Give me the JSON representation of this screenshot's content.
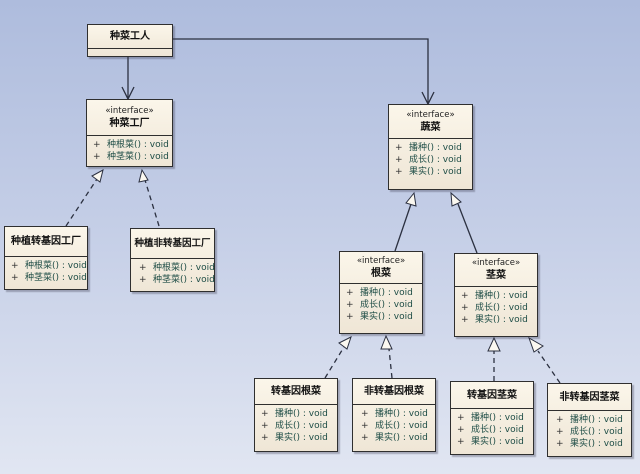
{
  "diagram": {
    "type": "uml-class-diagram",
    "classes": {
      "worker": {
        "name": "种菜工人",
        "stereotype": null,
        "operations": []
      },
      "factory": {
        "name": "种菜工厂",
        "stereotype": "«interface»",
        "operations": [
          {
            "vis": "+",
            "text": "种根菜() : void"
          },
          {
            "vis": "+",
            "text": "种茎菜() : void"
          }
        ]
      },
      "vegetable": {
        "name": "蔬菜",
        "stereotype": "«interface»",
        "operations": [
          {
            "vis": "+",
            "text": "播种() : void"
          },
          {
            "vis": "+",
            "text": "成长() : void"
          },
          {
            "vis": "+",
            "text": "果实() : void"
          }
        ]
      },
      "gm_factory": {
        "name": "种植转基因工厂",
        "stereotype": null,
        "operations": [
          {
            "vis": "+",
            "text": "种根菜() : void"
          },
          {
            "vis": "+",
            "text": "种茎菜() : void"
          }
        ]
      },
      "non_gm_factory": {
        "name": "种植非转基因工厂",
        "stereotype": null,
        "operations": [
          {
            "vis": "+",
            "text": "种根菜() : void"
          },
          {
            "vis": "+",
            "text": "种茎菜() : void"
          }
        ]
      },
      "root_veg": {
        "name": "根菜",
        "stereotype": "«interface»",
        "operations": [
          {
            "vis": "+",
            "text": "播种() : void"
          },
          {
            "vis": "+",
            "text": "成长() : void"
          },
          {
            "vis": "+",
            "text": "果实() : void"
          }
        ]
      },
      "stem_veg": {
        "name": "茎菜",
        "stereotype": "«interface»",
        "operations": [
          {
            "vis": "+",
            "text": "播种() : void"
          },
          {
            "vis": "+",
            "text": "成长() : void"
          },
          {
            "vis": "+",
            "text": "果实() : void"
          }
        ]
      },
      "gm_root": {
        "name": "转基因根菜",
        "stereotype": null,
        "operations": [
          {
            "vis": "+",
            "text": "播种() : void"
          },
          {
            "vis": "+",
            "text": "成长() : void"
          },
          {
            "vis": "+",
            "text": "果实() : void"
          }
        ]
      },
      "non_gm_root": {
        "name": "非转基因根菜",
        "stereotype": null,
        "operations": [
          {
            "vis": "+",
            "text": "播种() : void"
          },
          {
            "vis": "+",
            "text": "成长() : void"
          },
          {
            "vis": "+",
            "text": "果实() : void"
          }
        ]
      },
      "gm_stem": {
        "name": "转基因茎菜",
        "stereotype": null,
        "operations": [
          {
            "vis": "+",
            "text": "播种() : void"
          },
          {
            "vis": "+",
            "text": "成长() : void"
          },
          {
            "vis": "+",
            "text": "果实() : void"
          }
        ]
      },
      "non_gm_stem": {
        "name": "非转基因茎菜",
        "stereotype": null,
        "operations": [
          {
            "vis": "+",
            "text": "播种() : void"
          },
          {
            "vis": "+",
            "text": "成长() : void"
          },
          {
            "vis": "+",
            "text": "果实() : void"
          }
        ]
      }
    },
    "relationships": [
      {
        "from": "worker",
        "to": "factory",
        "kind": "association"
      },
      {
        "from": "worker",
        "to": "vegetable",
        "kind": "association"
      },
      {
        "from": "gm_factory",
        "to": "factory",
        "kind": "realization"
      },
      {
        "from": "non_gm_factory",
        "to": "factory",
        "kind": "realization"
      },
      {
        "from": "root_veg",
        "to": "vegetable",
        "kind": "generalization"
      },
      {
        "from": "stem_veg",
        "to": "vegetable",
        "kind": "generalization"
      },
      {
        "from": "gm_root",
        "to": "root_veg",
        "kind": "realization"
      },
      {
        "from": "non_gm_root",
        "to": "root_veg",
        "kind": "realization"
      },
      {
        "from": "gm_stem",
        "to": "stem_veg",
        "kind": "realization"
      },
      {
        "from": "non_gm_stem",
        "to": "stem_veg",
        "kind": "realization"
      }
    ]
  }
}
